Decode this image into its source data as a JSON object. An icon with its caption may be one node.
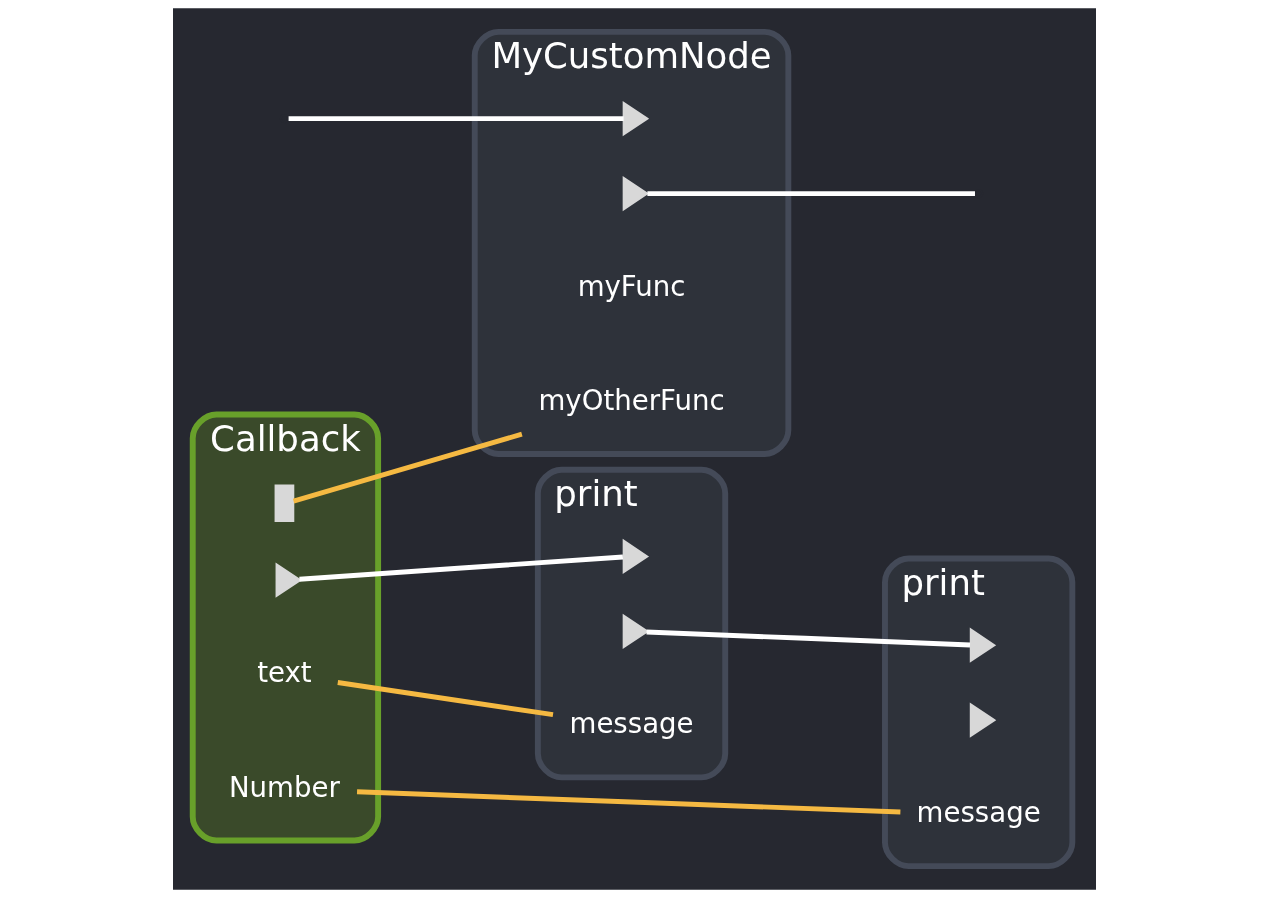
{
  "diagram": {
    "nodes": [
      {
        "text": [
          "MyCustomNode"
        ]
      },
      {
        "text": [],
        "shape": "triangle",
        "in": 0
      },
      {
        "text": [],
        "shape": "triangle",
        "in": 0
      },
      {
        "text": [
          "myFunc"
        ],
        "in": 0
      },
      {
        "text": [
          "myOtherFunc"
        ],
        "in": 0
      },
      {
        "text": [
          "Callback"
        ]
      },
      {
        "text": [],
        "shape": "box",
        "in": 5
      },
      {
        "text": [],
        "shape": "triangle",
        "in": 5
      },
      {
        "text": [
          "text"
        ],
        "in": 5
      },
      {
        "text": [
          "Number"
        ],
        "in": 5
      },
      {
        "text": [
          "print"
        ]
      },
      {
        "text": [],
        "shape": "triangle",
        "in": 10
      },
      {
        "text": [],
        "shape": "triangle",
        "in": 10
      },
      {
        "text": [
          "message"
        ],
        "in": 10
      },
      {
        "text": [
          "print"
        ]
      },
      {
        "text": [],
        "shape": "triangle",
        "in": 14
      },
      {
        "text": [],
        "shape": "triangle",
        "in": 14
      },
      {
        "text": [
          "message"
        ],
        "in": 14
      }
    ],
    "edges": [
      {
        "from": null,
        "to": 1,
        "arrow": "none"
      },
      {
        "from": 2,
        "to": null,
        "arrow": "none"
      },
      {
        "from": 6,
        "to": 4,
        "arrow": "none",
        "color": "#f5b942"
      },
      {
        "from": 7,
        "to": 11,
        "arrow": "none"
      },
      {
        "from": 8,
        "to": 13,
        "arrow": "none",
        "color": "#f5b942"
      },
      {
        "from": 9,
        "to": 17,
        "arrow": "none",
        "color": "#f5b942"
      },
      {
        "from": 12,
        "to": 15,
        "arrow": "none"
      }
    ]
  }
}
